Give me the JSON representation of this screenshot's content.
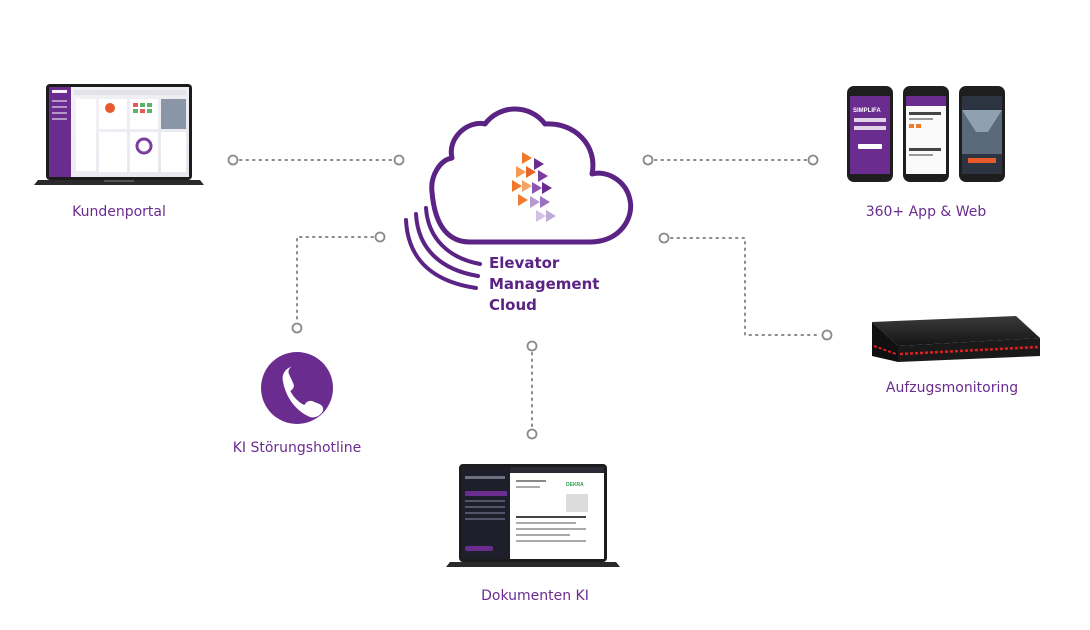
{
  "center": {
    "title_lines": [
      "Elevator",
      "Management",
      "Cloud"
    ]
  },
  "nodes": {
    "kundenportal": "Kundenportal",
    "app_web": "360+ App & Web",
    "hotline": "KI Störungshotline",
    "monitoring": "Aufzugsmonitoring",
    "dokumente": "Dokumenten KI"
  },
  "screens": {
    "portal_brand": "SIMPLIFA",
    "phone_brand": "SIMPLIFA",
    "doc_brand": "DEKRA"
  },
  "icons": {
    "hotline": "phone-icon",
    "cloud": "cloud-icon",
    "logo": "brand-logo-icon"
  },
  "colors": {
    "primary": "#6b2c8f",
    "cloud_stroke": "#5b2384",
    "dots": "#8a8a8a",
    "accent_orange": "#f07a2a",
    "monitor_led": "#e02020"
  }
}
